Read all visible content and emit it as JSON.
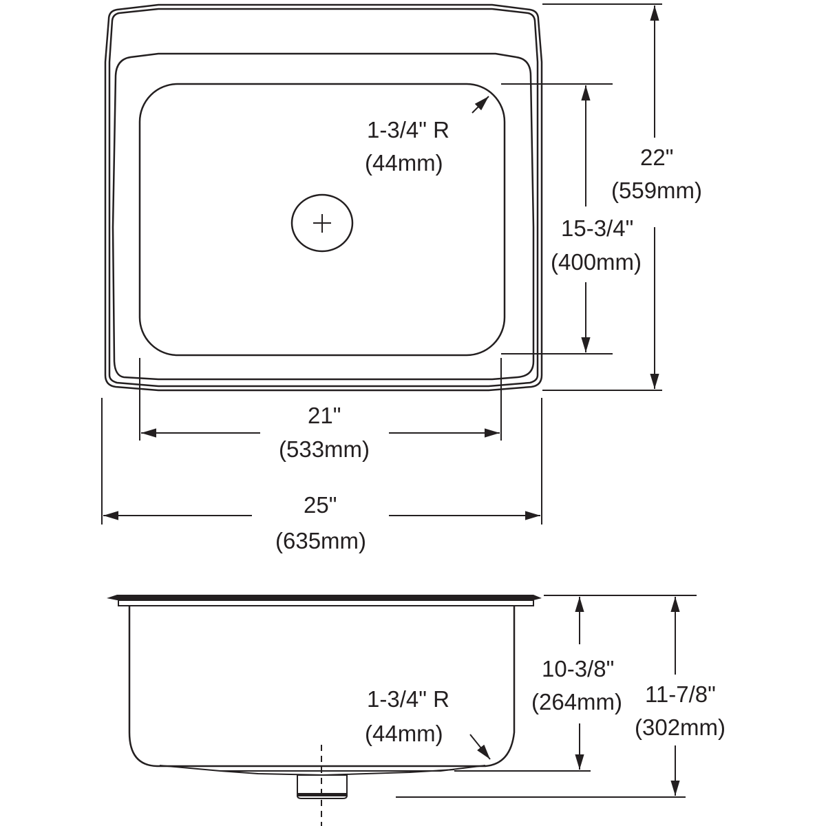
{
  "diagram": {
    "type": "sink-dimension-drawing",
    "stroke_color": "#231f20",
    "background": "#ffffff",
    "top_view": {
      "corner_radius": {
        "imperial": "1-3/4\" R",
        "metric": "(44mm)"
      },
      "overall_depth": {
        "imperial": "22\"",
        "metric": "(559mm)"
      },
      "bowl_depth": {
        "imperial": "15-3/4\"",
        "metric": "(400mm)"
      },
      "bowl_width": {
        "imperial": "21\"",
        "metric": "(533mm)"
      },
      "overall_width": {
        "imperial": "25\"",
        "metric": "(635mm)"
      }
    },
    "side_view": {
      "corner_radius": {
        "imperial": "1-3/4\" R",
        "metric": "(44mm)"
      },
      "bowl_height": {
        "imperial": "10-3/8\"",
        "metric": "(264mm)"
      },
      "overall_height": {
        "imperial": "11-7/8\"",
        "metric": "(302mm)"
      }
    }
  }
}
